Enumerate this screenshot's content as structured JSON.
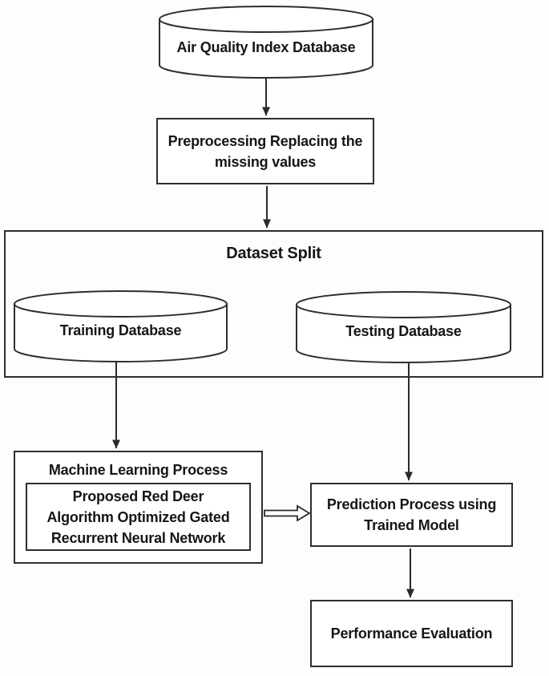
{
  "diagram": {
    "type": "flowchart",
    "colors": {
      "line": "#2a2a2a",
      "text": "#161616",
      "node_fill": "#ffffff",
      "background": "#fdfdfd"
    },
    "nodes": {
      "aqi_database": {
        "shape": "cylinder",
        "label": "Air Quality Index Database"
      },
      "preprocessing": {
        "shape": "rect",
        "label": "Preprocessing Replacing the\nmissing values"
      },
      "dataset_split": {
        "shape": "container",
        "label": "Dataset Split"
      },
      "training_database": {
        "shape": "cylinder",
        "label": "Training Database"
      },
      "testing_database": {
        "shape": "cylinder",
        "label": "Testing Database"
      },
      "ml_process": {
        "shape": "rect",
        "label": "Machine Learning Process"
      },
      "proposed_model": {
        "shape": "rect",
        "label": "Proposed Red Deer\nAlgorithm Optimized Gated\nRecurrent Neural Network"
      },
      "prediction": {
        "shape": "rect",
        "label": "Prediction Process using\nTrained Model"
      },
      "performance": {
        "shape": "rect",
        "label": "Performance Evaluation"
      }
    },
    "edges": [
      {
        "from": "aqi_database",
        "to": "preprocessing",
        "style": "solid-arrow"
      },
      {
        "from": "preprocessing",
        "to": "dataset_split",
        "style": "solid-arrow"
      },
      {
        "from": "training_database",
        "to": "ml_process",
        "style": "solid-arrow"
      },
      {
        "from": "testing_database",
        "to": "prediction",
        "style": "solid-arrow"
      },
      {
        "from": "proposed_model",
        "to": "prediction",
        "style": "hollow-arrow"
      },
      {
        "from": "prediction",
        "to": "performance",
        "style": "solid-arrow"
      }
    ]
  }
}
